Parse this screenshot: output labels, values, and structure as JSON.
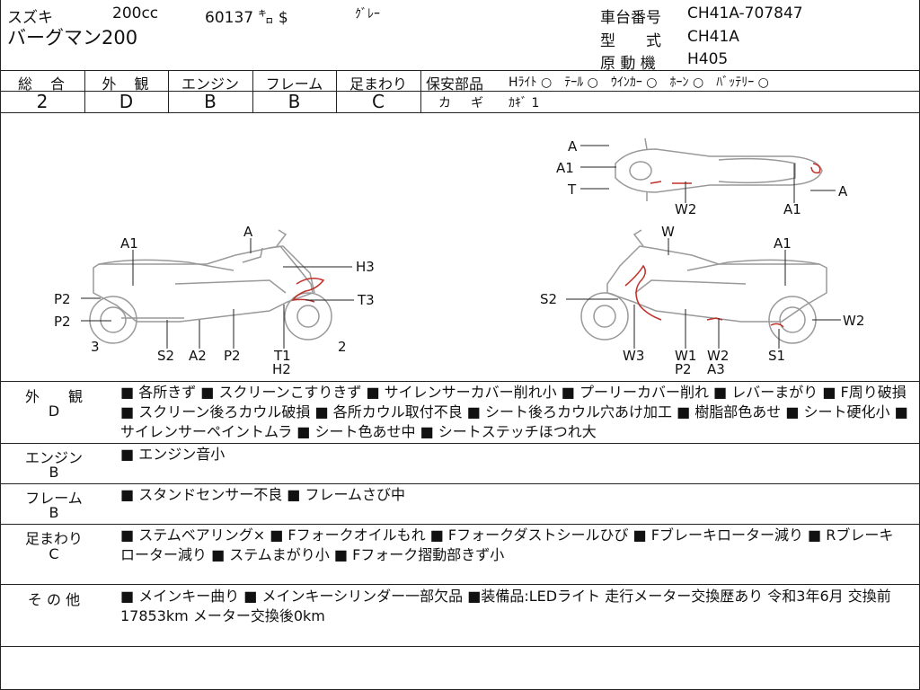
{
  "header": {
    "maker": "スズキ",
    "cc": "200cc",
    "mileage": "60137 ㌔ $",
    "color": "ｸﾞﾚｰ",
    "model_name": "バーグマン200",
    "chassis_label": "車台番号",
    "chassis_value": "CH41A-707847",
    "type_label": "型　　式",
    "type_value": "CH41A",
    "engine_label": "原 動 機",
    "engine_value": "H405"
  },
  "grades": {
    "headers": [
      "総　合",
      "外　観",
      "エンジン",
      "フレーム",
      "足まわり"
    ],
    "values": [
      "2",
      "D",
      "B",
      "B",
      "C"
    ]
  },
  "safety": {
    "label": "保安部品",
    "items": "Hﾗｲﾄ ○　ﾃｰﾙ ○　ｳｲﾝｶｰ ○　ﾎｰﾝ ○　ﾊﾞｯﾃﾘｰ ○",
    "key_label": "カ　ギ",
    "key_value": "ｶｷﾞ 1"
  },
  "diagram_labels": {
    "left_side": [
      "A1",
      "A",
      "H3",
      "T3",
      "P2",
      "P2",
      "3",
      "S2",
      "A2",
      "P2",
      "T1",
      "H2",
      "2"
    ],
    "right_side": [
      "W",
      "A1",
      "S2",
      "W2",
      "W3",
      "W1",
      "P2",
      "W2",
      "A3",
      "S1"
    ],
    "top_view": [
      "A",
      "A1",
      "T",
      "W2",
      "A1",
      "A"
    ]
  },
  "details": [
    {
      "label": "外　　観",
      "grade": "D",
      "text": "■ 各所きず ■ スクリーンこすりきず ■ サイレンサーカバー削れ小 ■ プーリーカバー削れ ■ レバーまがり ■ F周り破損 ■ スクリーン後ろカウル破損 ■ 各所カウル取付不良 ■ シート後ろカウル穴あけ加工 ■ 樹脂部色あせ ■ シート硬化小 ■ サイレンサーペイントムラ ■ シート色あせ中 ■ シートステッチほつれ大"
    },
    {
      "label": "エンジン",
      "grade": "B",
      "text": "■ エンジン音小"
    },
    {
      "label": "フレーム",
      "grade": "B",
      "text": "■ スタンドセンサー不良 ■ フレームさび中"
    },
    {
      "label": "足まわり",
      "grade": "C",
      "text": "■ ステムベアリング× ■ Fフォークオイルもれ ■ Fフォークダストシールひび ■ Fブレーキローター減り ■ Rブレーキローター減り ■ ステムまがり小 ■ Fフォーク摺動部きず小"
    },
    {
      "label": "そ の 他",
      "grade": "",
      "text": "■ メインキー曲り ■ メインキーシリンダー一部欠品 ■装備品:LEDライト 走行メーター交換歴あり 令和3年6月 交換前17853km メーター交換後0km"
    }
  ]
}
